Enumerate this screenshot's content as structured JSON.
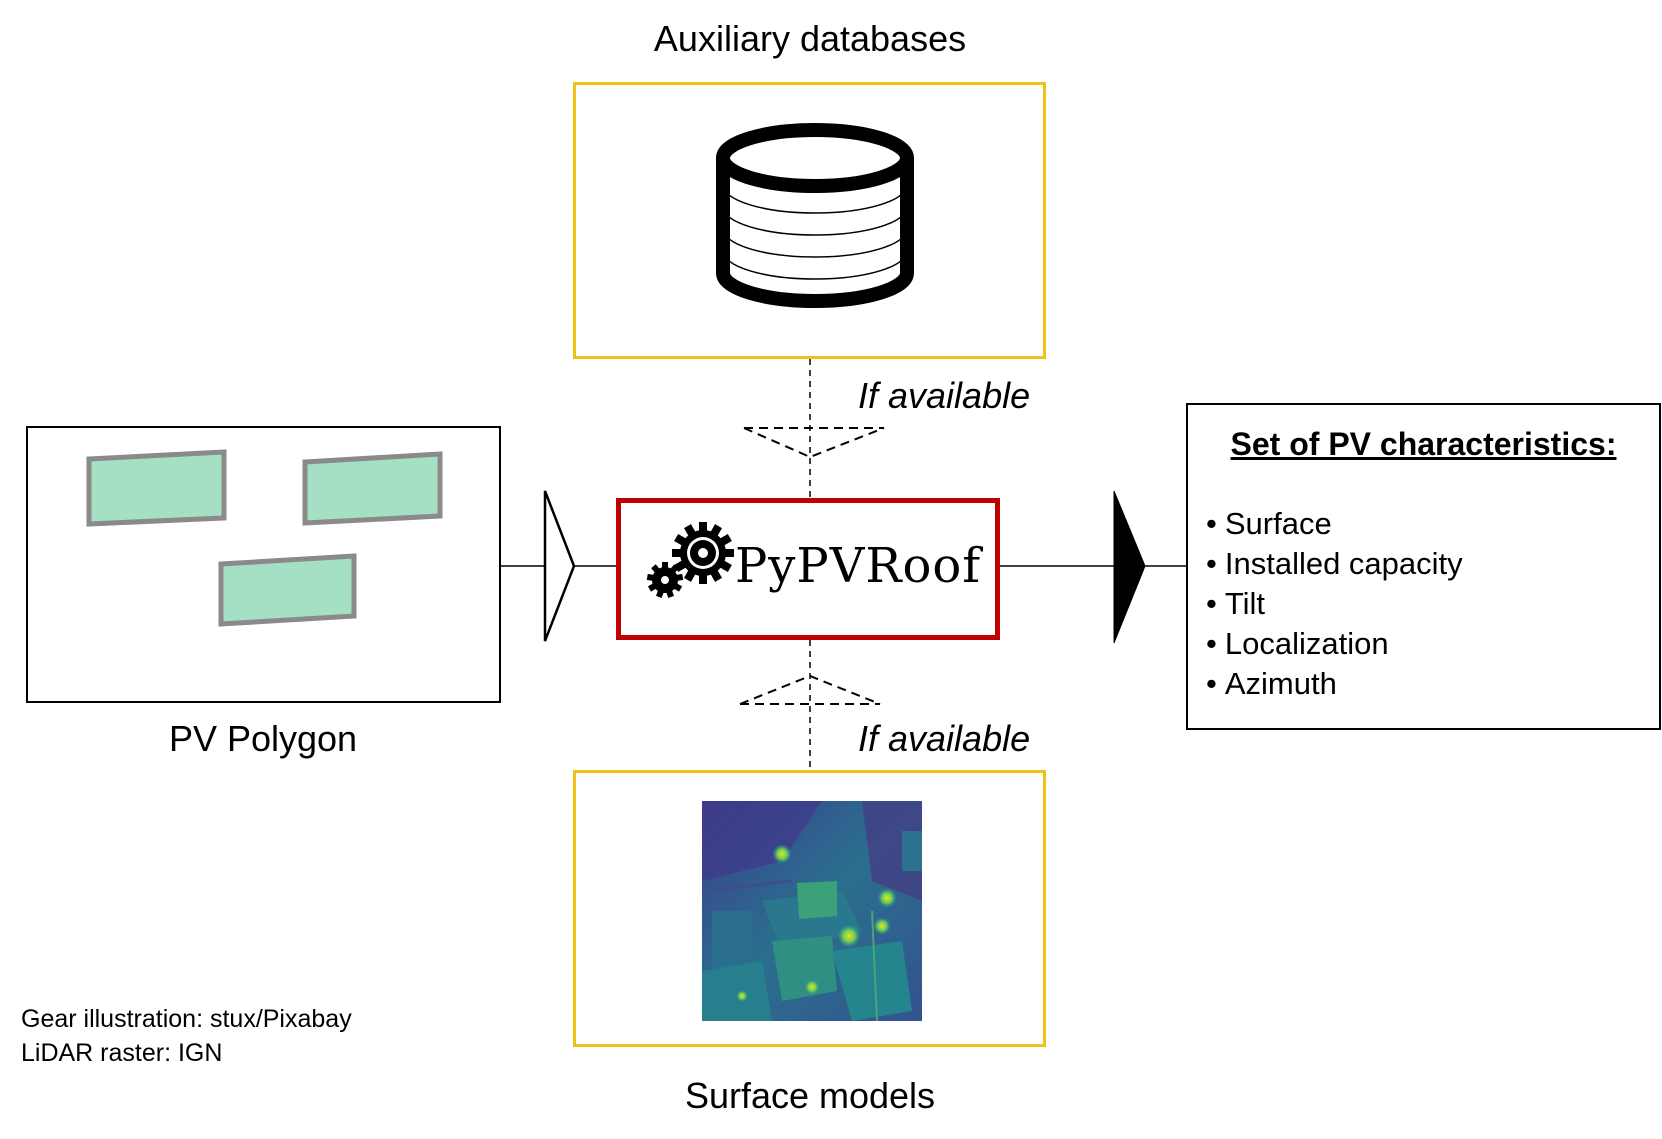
{
  "labels": {
    "aux_title": "Auxiliary databases",
    "surface_title": "Surface models",
    "poly_title": "PV Polygon",
    "if_available_top": "If available",
    "if_available_bottom": "If available",
    "tool_name": "PyPVRoof"
  },
  "output": {
    "title": "Set of PV characteristics:",
    "items": [
      "Surface",
      "Installed capacity",
      "Tilt",
      "Localization",
      "Azimuth"
    ],
    "bullet": "•"
  },
  "credits": {
    "gear": "Gear illustration: stux/Pixabay",
    "lidar": "LiDAR raster: IGN"
  },
  "colors": {
    "aux_border": "#f2c01a",
    "tool_border": "#c00000",
    "panel_fill": "#a6e0c4",
    "panel_frame": "#8a8a8a"
  },
  "icons": {
    "database": "database-icon",
    "gears": "gears-icon",
    "raster": "lidar-raster-image"
  }
}
